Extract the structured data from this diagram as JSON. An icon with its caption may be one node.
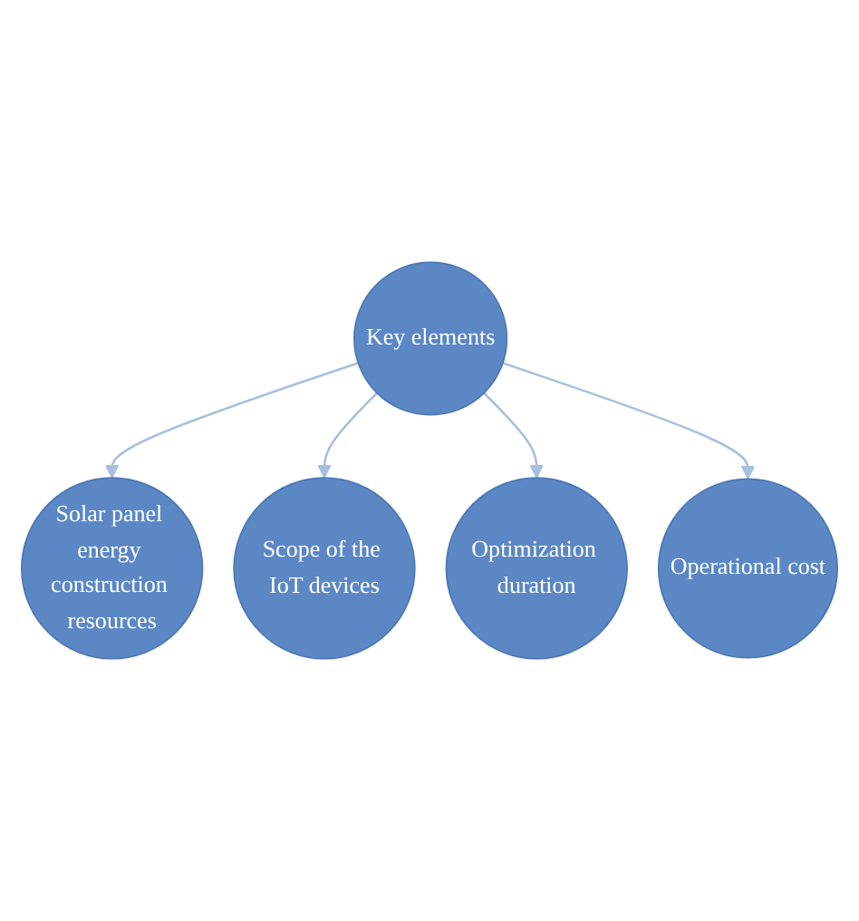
{
  "diagram": {
    "nodes": [
      {
        "text": [
          "Solar panel energy construction resources"
        ]
      },
      {
        "text": [
          "Scope of the IoT devices"
        ]
      },
      {
        "text": [
          "Key elements"
        ]
      },
      {
        "text": [
          "Optimization duration"
        ]
      },
      {
        "text": [
          "Operational cost"
        ]
      }
    ],
    "edges": [
      {
        "from": 2,
        "to": 0,
        "arrow": "to"
      },
      {
        "from": 2,
        "to": 1,
        "arrow": "to"
      },
      {
        "from": 2,
        "to": 3,
        "arrow": "to"
      },
      {
        "from": 2,
        "to": 4,
        "arrow": "to"
      }
    ]
  }
}
